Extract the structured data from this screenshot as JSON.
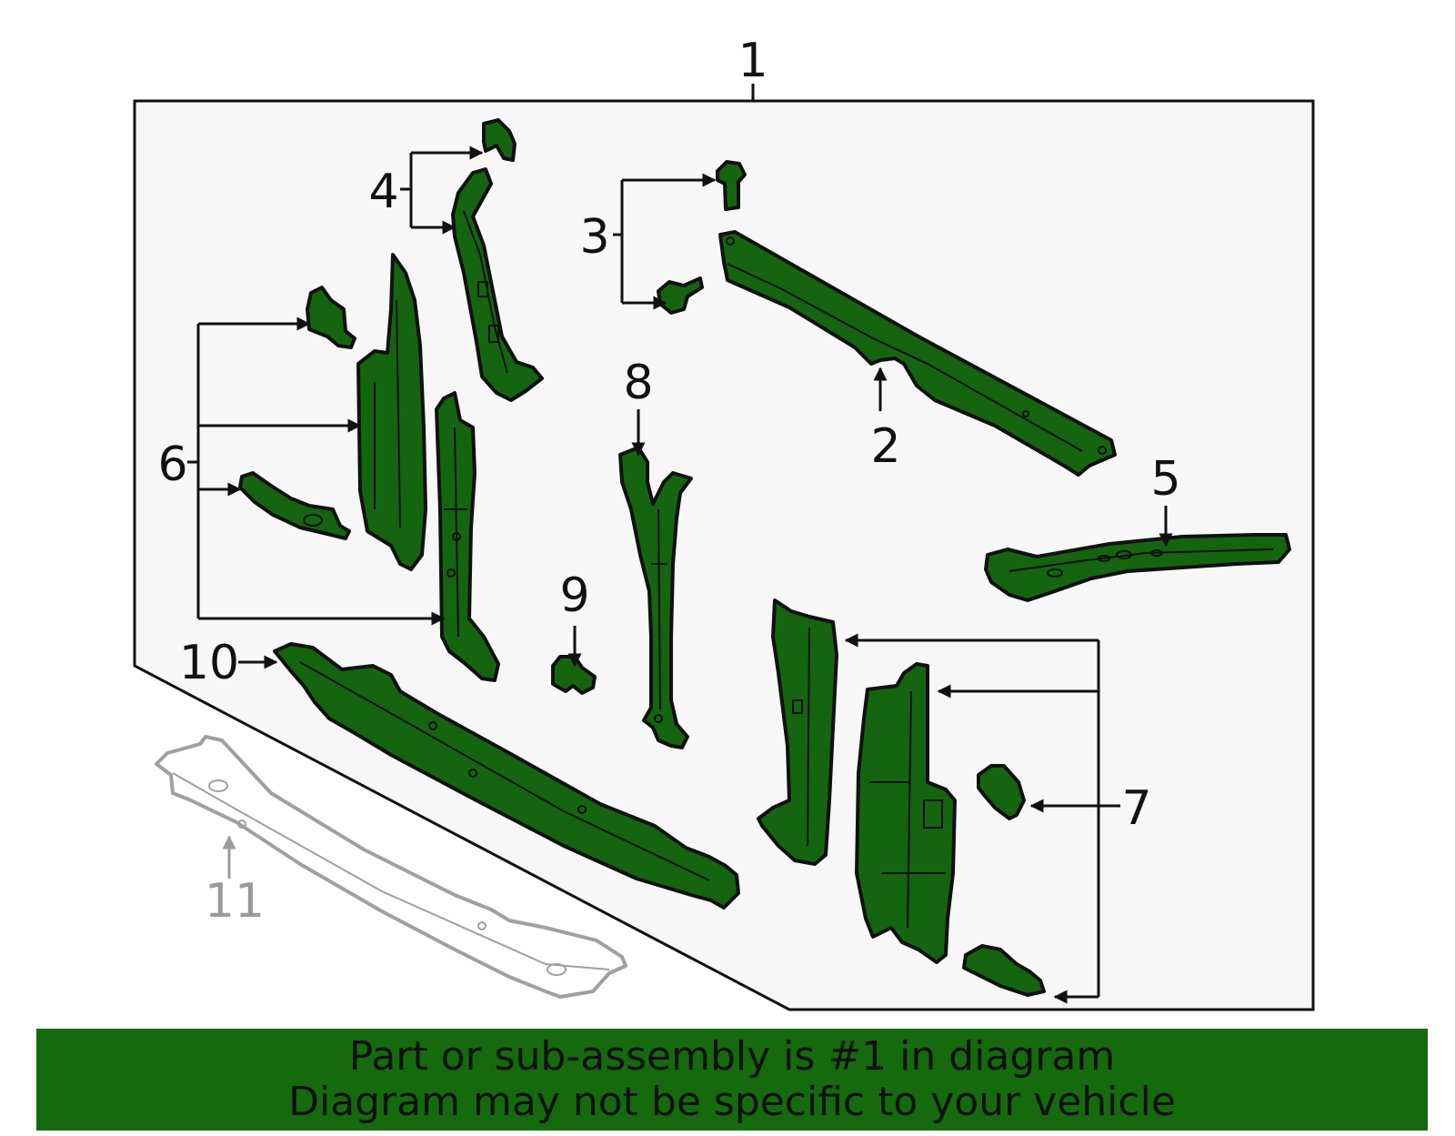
{
  "callouts": {
    "c1": "1",
    "c2": "2",
    "c3": "3",
    "c4": "4",
    "c5": "5",
    "c6": "6",
    "c7": "7",
    "c8": "8",
    "c9": "9",
    "c10": "10",
    "c11": "11"
  },
  "banner": {
    "line1": "Part or sub-assembly is #1 in diagram",
    "line2": "Diagram may not be specific to your vehicle"
  },
  "colors": {
    "part_fill": "#156410",
    "banner_bg": "#146a0c",
    "panel_bg": "#f7f7f7",
    "ghost": "#a0a0a0"
  }
}
